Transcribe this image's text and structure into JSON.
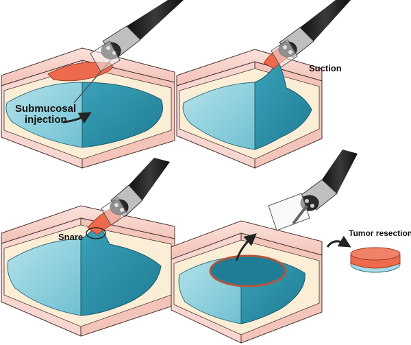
{
  "labels": {
    "submucosal_line1": "Submucosal",
    "submucosal_line2": "injection",
    "suction": "Suction",
    "snare": "Snare",
    "tumor_resection": "Tumor resection"
  },
  "colors": {
    "mucosa_top": "#f7d3cc",
    "mucosa_dark": "#efb7ab",
    "submucosa": "#fbeed6",
    "muscle": "#f0aaa0",
    "fluid_light": "#8fd0dd",
    "fluid_dark": "#2a8ea6",
    "tumor": "#ee6a4c",
    "scope": "#222222",
    "outline": "#4a3030"
  }
}
